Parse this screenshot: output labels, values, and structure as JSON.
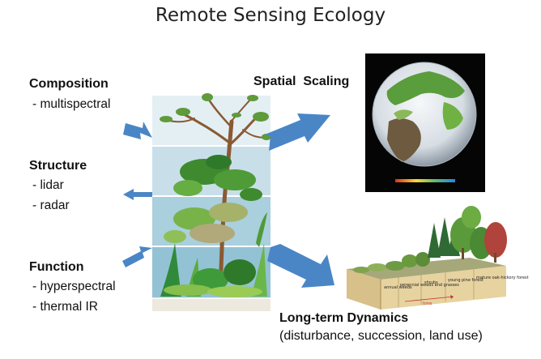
{
  "title": "Remote Sensing Ecology",
  "composition": {
    "heading": "Composition",
    "items": [
      "- multispectral"
    ]
  },
  "structure": {
    "heading": "Structure",
    "items": [
      "- lidar",
      "- radar"
    ]
  },
  "function": {
    "heading": "Function",
    "items": [
      "- hyperspectral",
      "- thermal IR"
    ]
  },
  "spatial": {
    "heading": "Spatial  Scaling"
  },
  "longterm": {
    "heading": "Long-term Dynamics",
    "subtitle": "(disturbance, succession, land use)"
  },
  "landscape_labels": [
    "annual weeds",
    "perennial weeds and grasses",
    "shrubs",
    "young pine forest",
    "mature oak-hickory forest",
    "time"
  ],
  "colors": {
    "arrow": "#4a86c6",
    "arrow_dark": "#2f6aa8",
    "band1": "#e4eff4",
    "band2": "#c5dde8",
    "band3": "#a8cddb",
    "band4": "#8fbfd1"
  }
}
